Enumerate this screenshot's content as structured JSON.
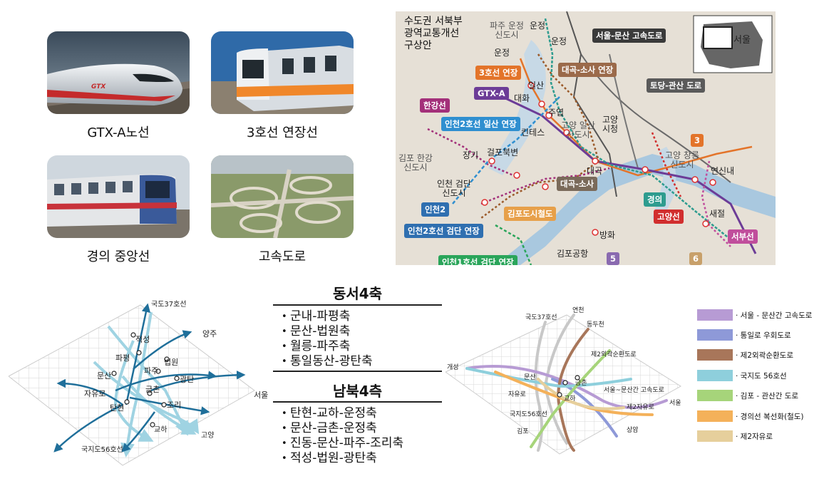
{
  "photos": {
    "gtx_caption": "GTX-A노선",
    "line3_caption": "3호선 연장선",
    "gyeongui_caption": "경의 중앙선",
    "highway_caption": "고속도로",
    "gtx_logo": "GTX"
  },
  "map": {
    "title_lines": [
      "수도권 서북부",
      "광역교통개선",
      "구상안"
    ],
    "inset_label": "서울",
    "route_tags": {
      "seoul_munsan": "서울-문산 고속도로",
      "line3_ext": "3호선 연장",
      "daegok_sosa_ext": "대곡-소사 연장",
      "gtx_a": "GTX-A",
      "todang_gwansan": "토당-관산 도로",
      "hangang": "한강선",
      "incheon2_ilsan": "인천2호선 일산 연장",
      "daegok_sosa": "대곡-소사",
      "gimpo_rail": "김포도시철도",
      "incheon2": "인천2",
      "incheon2_geomdan": "인천2호선 검단 연장",
      "goyang_line": "고양선",
      "seobu_line": "서부선",
      "incheon1_geomdan": "인천1호선 검단 연장",
      "gyeong": "경의",
      "num3": "3",
      "num5": "5",
      "num6": "6"
    },
    "places": {
      "paju_unjeong": [
        "파주 운정",
        "신도시"
      ],
      "unjeong": "운정",
      "unjeong2": "운정",
      "unjeong3": "운정",
      "ilsan": "일산",
      "daehwa": "대화",
      "juyeop": "주엽",
      "kintex": "킨테스",
      "goyang_ilsan": [
        "고양 일산",
        "신도시"
      ],
      "goyang_city": [
        "고양",
        "시청"
      ],
      "gimpo_hangang": [
        "김포 한강",
        "신도시"
      ],
      "janggi": "장기",
      "geolpo": "걸포북변",
      "incheon_geomdan": [
        "인천 검단",
        "신도시"
      ],
      "daegok": "대곡",
      "goyang_changneung": [
        "고양 창릉",
        "신도시"
      ],
      "yeonsinnae": "연신내",
      "saejeol": "새절",
      "banghwa": "방화",
      "gimpo_airport": "김포공항"
    }
  },
  "dongseo": {
    "title": "동서4축",
    "items": [
      "군내-파평축",
      "문산-법원축",
      "월릉-파주축",
      "통일동산-광탄축"
    ]
  },
  "nambuk": {
    "title": "남북4측",
    "items": [
      "탄현-교하-운정축",
      "문산-금촌-운정축",
      "진동-문산-파주-조리축",
      "적성-법원-광탄축"
    ]
  },
  "left_diagram": {
    "labels": {
      "gukdo37": "국도37호선",
      "jeokseong": "적성",
      "yangju": "양주",
      "papyeong": "파평",
      "beobwon": "법원",
      "paju": "파주",
      "munsan": "문산",
      "gwangtan": "광탄",
      "jayuro": "자유로",
      "geumchon": "금촌",
      "seoul": "서울",
      "tanhyeon": "탄현",
      "jori": "조리",
      "gyoha": "교하",
      "goyang": "고양",
      "gukdo56": "국지도56호선"
    }
  },
  "right_diagram": {
    "labels": {
      "gukdo37": "국도37호선",
      "yeoncheon": "연천",
      "dongducheon": "동두천",
      "je2_ring": "제2외곽순환도로",
      "gaeseong": "개성",
      "munsan": "문산",
      "geumchon": "금촌",
      "jayuro": "자유로",
      "gyoha": "교하",
      "seoul_munsan": "서울~문산간 고속도로",
      "seoul": "서울",
      "je2_jayuro": "제2자유로",
      "gukdo56": "국지도56호선",
      "gimpo": "김포",
      "sangam": "상암"
    }
  },
  "legend": [
    {
      "label": "· 서울 - 문산간 고속도로",
      "color": "#b79bd4"
    },
    {
      "label": "· 통일로 우회도로",
      "color": "#8e99d8"
    },
    {
      "label": "· 제2외곽순환도로",
      "color": "#a8765a"
    },
    {
      "label": "· 국지도 56호선",
      "color": "#8ecfdc"
    },
    {
      "label": "· 김포 - 관산간 도로",
      "color": "#a6d47a"
    },
    {
      "label": "· 경의선 복선화(철도)",
      "color": "#f4b15a"
    },
    {
      "label": "· 제2자유로",
      "color": "#e6cf9c"
    }
  ]
}
